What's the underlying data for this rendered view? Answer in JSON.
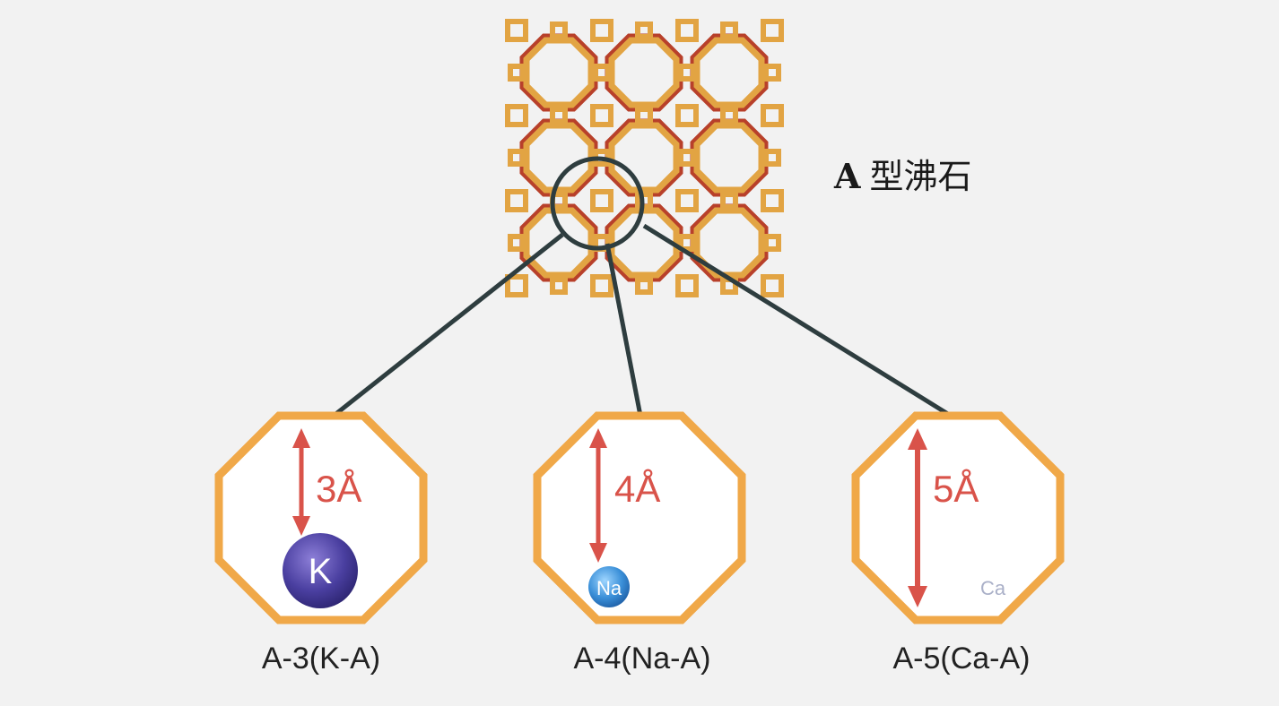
{
  "title": {
    "letter": "A",
    "text": "型沸石"
  },
  "pores": [
    {
      "size": "3Å",
      "ion": "K",
      "caption": "A-3(K-A)"
    },
    {
      "size": "4Å",
      "ion": "Na",
      "caption": "A-4(Na-A)"
    },
    {
      "size": "5Å",
      "ion": "Ca",
      "caption": "A-5(Ca-A)"
    }
  ],
  "colors": {
    "framework": "#e2a443",
    "framework_edge": "#b8402a",
    "octagon_border": "#f0a848",
    "octagon_fill": "#ffffff",
    "arrow": "#d9534a",
    "line": "#2e3d3f",
    "k_ion": "#4a3fa0",
    "na_ion": "#3a8fd8",
    "ca_text": "#aab0c8"
  }
}
